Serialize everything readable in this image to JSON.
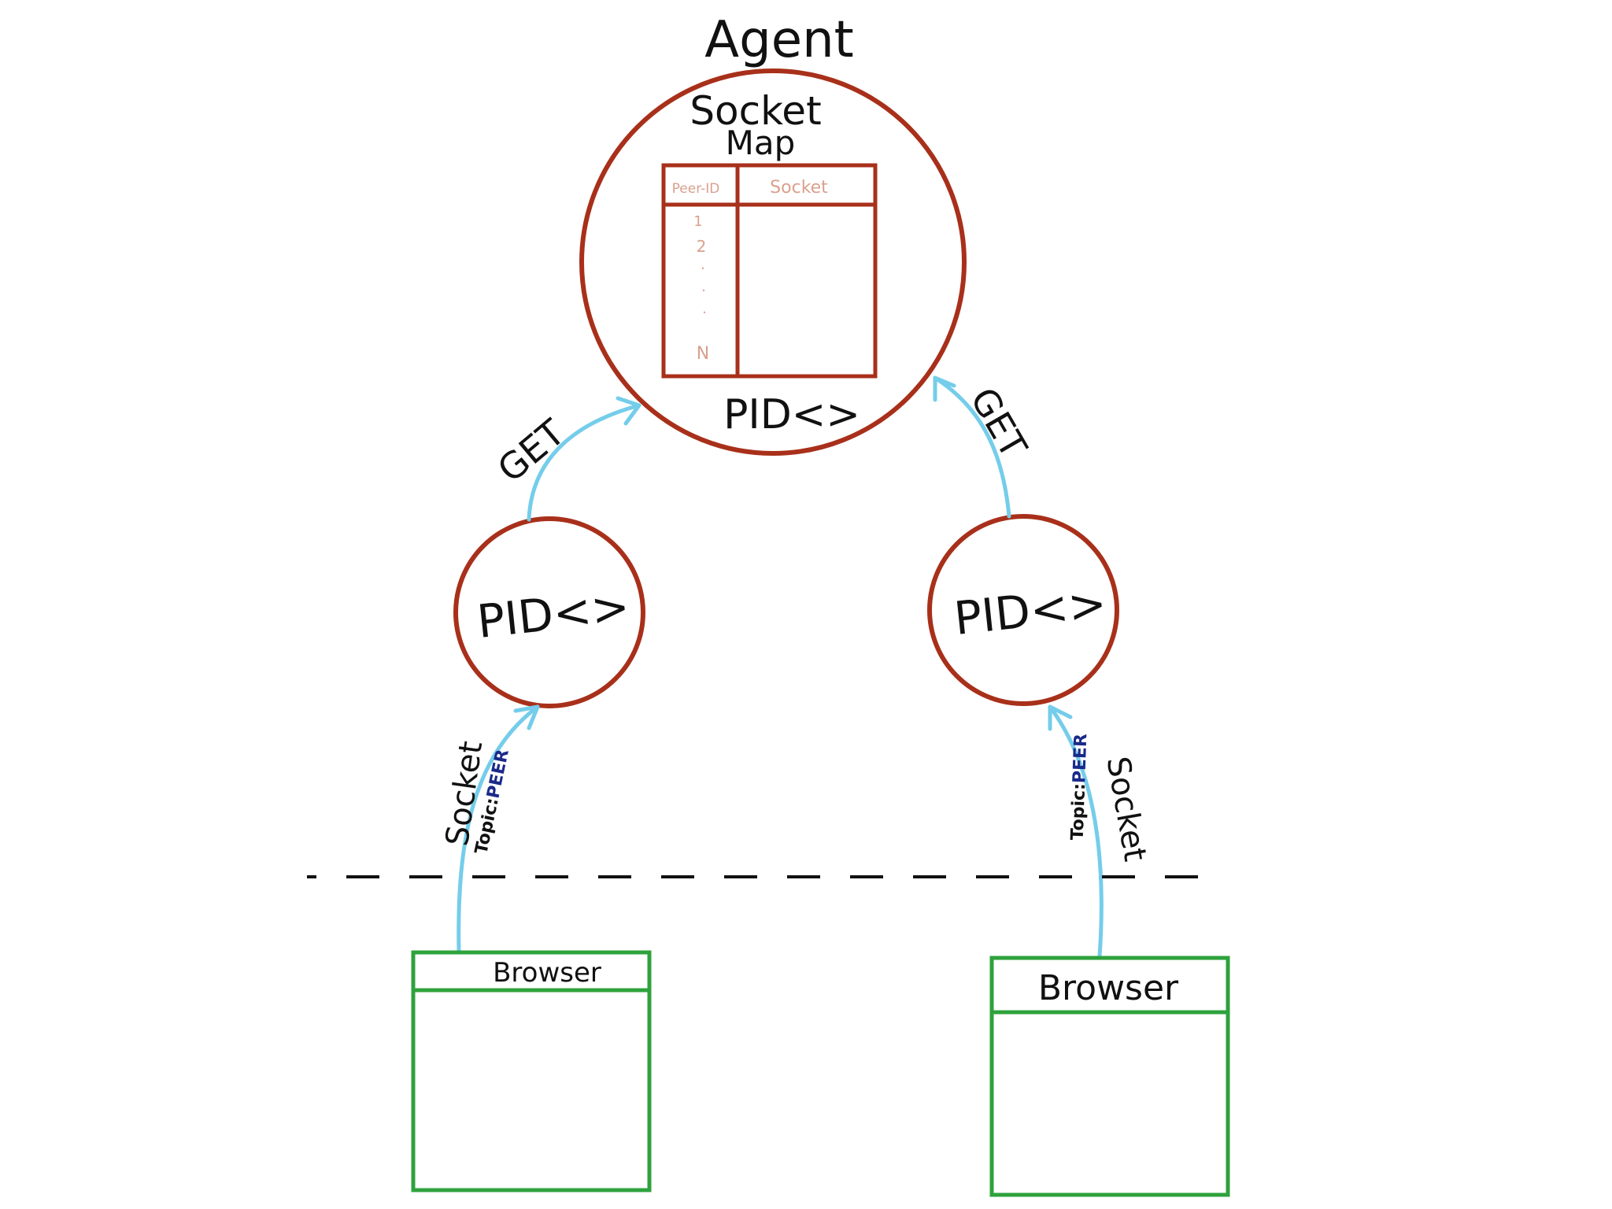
{
  "colors": {
    "node_stroke": "#a8301a",
    "arrow": "#74cdea",
    "browser_stroke": "#2ea23c",
    "text": "#111111",
    "table_text": "#d9a08e",
    "topic_name": "#1a2a8a",
    "boundary": "#111111"
  },
  "agent": {
    "title": "Agent",
    "map_title_line1": "Socket",
    "map_title_line2": "Map",
    "pid_label": "PID<>"
  },
  "socket_table": {
    "headers": [
      "Peer-ID",
      "Socket"
    ],
    "rows": [
      "1",
      "2",
      ".",
      ".",
      ".",
      "N"
    ]
  },
  "left": {
    "pid_label": "PID<>",
    "get_label": "GET",
    "socket_label": "Socket",
    "topic_prefix": "Topic:",
    "topic_name": "PEER",
    "browser_label": "Browser"
  },
  "right": {
    "pid_label": "PID<>",
    "get_label": "GET",
    "socket_label": "Socket",
    "topic_prefix": "Topic:",
    "topic_name": "PEER",
    "browser_label": "Browser"
  }
}
